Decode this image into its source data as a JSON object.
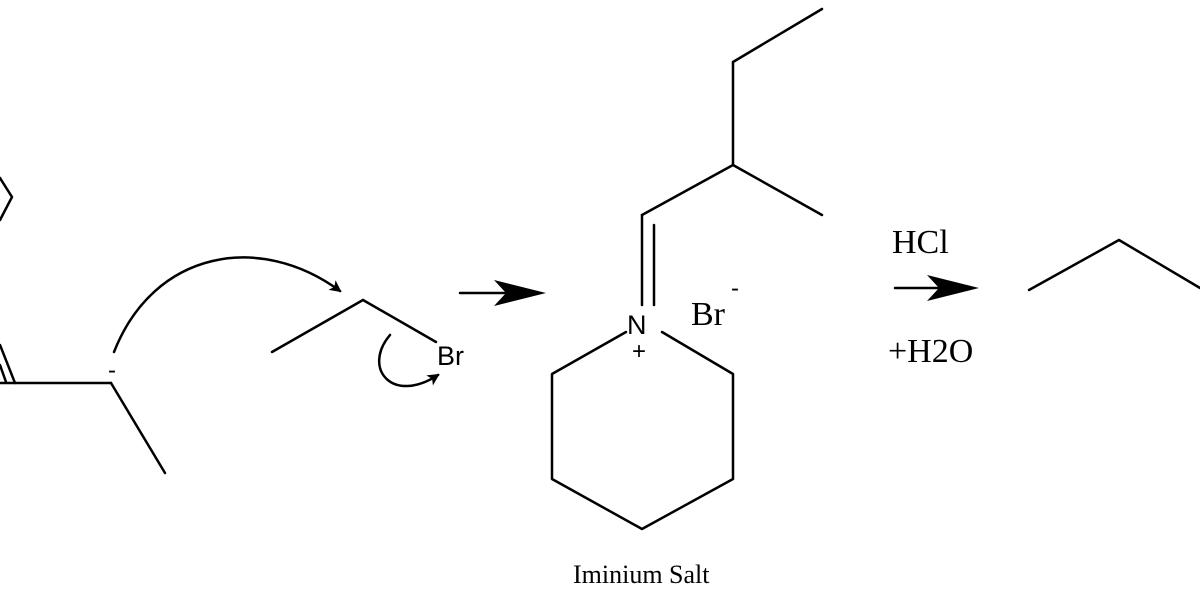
{
  "colors": {
    "ink": "#000000",
    "background": "#ffffff"
  },
  "enamine": {
    "carbanion_charge": "-"
  },
  "ethyl_bromide": {
    "leaving_group": "Br"
  },
  "iminium_salt": {
    "nitrogen": "N",
    "nitrogen_charge": "+",
    "counter_ion": "Br",
    "counter_ion_charge": "-",
    "caption": "Iminium Salt"
  },
  "hydrolysis_step": {
    "reagent_above": "HCl",
    "reagent_below": "+H2O"
  }
}
